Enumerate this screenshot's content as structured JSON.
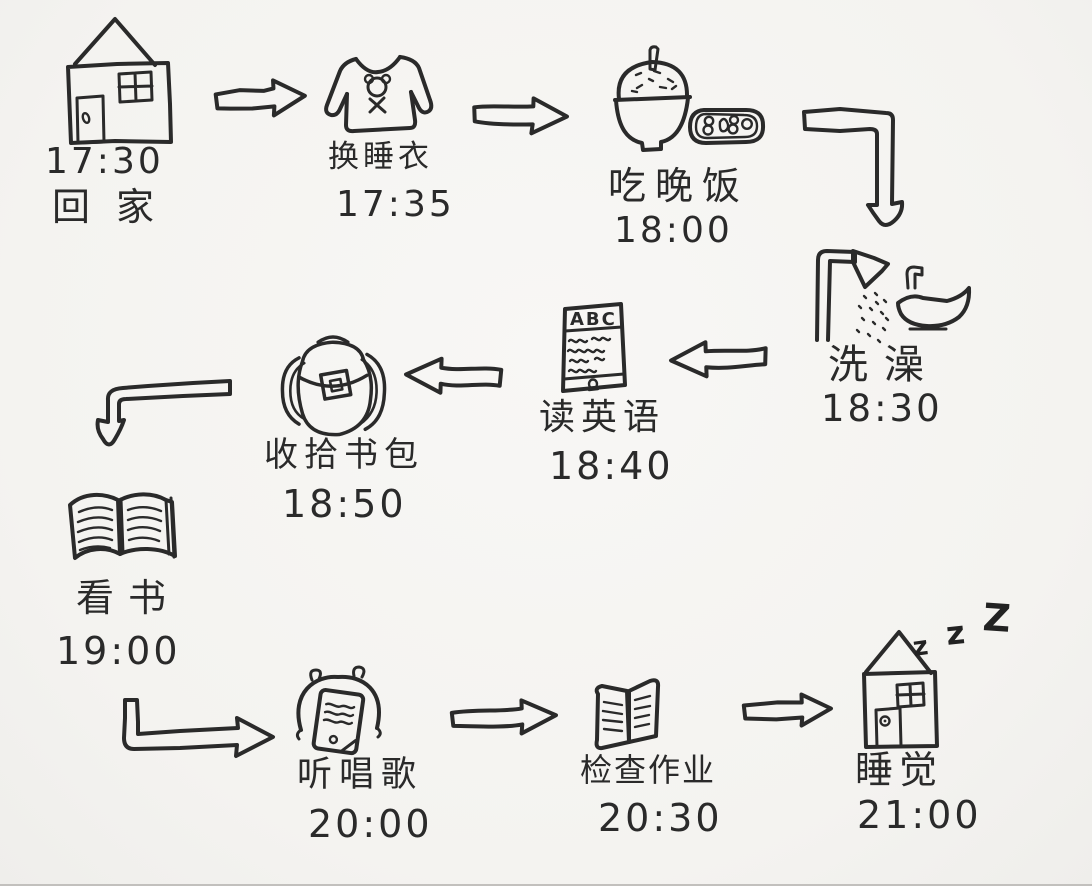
{
  "colors": {
    "background": "#f6f5f2",
    "ink": "#2a2a2a"
  },
  "nodes": [
    {
      "id": "go-home",
      "icon": "house-icon",
      "time": "17:30",
      "label": "回家"
    },
    {
      "id": "change-pajamas",
      "icon": "pajama-shirt-icon",
      "label": "换睡衣",
      "time": "17:35"
    },
    {
      "id": "eat-dinner",
      "icon": "rice-bowl-and-dish-icon",
      "label": "吃晚饭",
      "time": "18:00"
    },
    {
      "id": "take-shower",
      "icon": "shower-and-bathtub-icon",
      "label": "洗澡",
      "time": "18:30"
    },
    {
      "id": "read-english",
      "icon": "english-book-icon",
      "label": "读英语",
      "time": "18:40",
      "book_title": "ABC"
    },
    {
      "id": "pack-schoolbag",
      "icon": "backpack-icon",
      "label": "收拾书包",
      "time": "18:50"
    },
    {
      "id": "read-book",
      "icon": "open-book-icon",
      "label": "看书",
      "time": "19:00"
    },
    {
      "id": "listen-to-songs",
      "icon": "music-player-headphones-icon",
      "label": "听唱歌",
      "time": "20:00"
    },
    {
      "id": "check-homework",
      "icon": "notebook-icon",
      "label": "检查作业",
      "time": "20:30"
    },
    {
      "id": "sleep",
      "icon": "sleeping-house-icon",
      "label": "睡觉",
      "time": "21:00",
      "zzz": [
        "z",
        "z",
        "Z"
      ]
    }
  ],
  "arrows": [
    {
      "from": "go-home",
      "to": "change-pajamas",
      "shape": "right"
    },
    {
      "from": "change-pajamas",
      "to": "eat-dinner",
      "shape": "right"
    },
    {
      "from": "eat-dinner",
      "to": "take-shower",
      "shape": "right-then-down"
    },
    {
      "from": "take-shower",
      "to": "read-english",
      "shape": "left"
    },
    {
      "from": "read-english",
      "to": "pack-schoolbag",
      "shape": "left"
    },
    {
      "from": "pack-schoolbag",
      "to": "read-book",
      "shape": "left-then-down"
    },
    {
      "from": "read-book",
      "to": "listen-to-songs",
      "shape": "down-then-right"
    },
    {
      "from": "listen-to-songs",
      "to": "check-homework",
      "shape": "right"
    },
    {
      "from": "check-homework",
      "to": "sleep",
      "shape": "right"
    }
  ]
}
